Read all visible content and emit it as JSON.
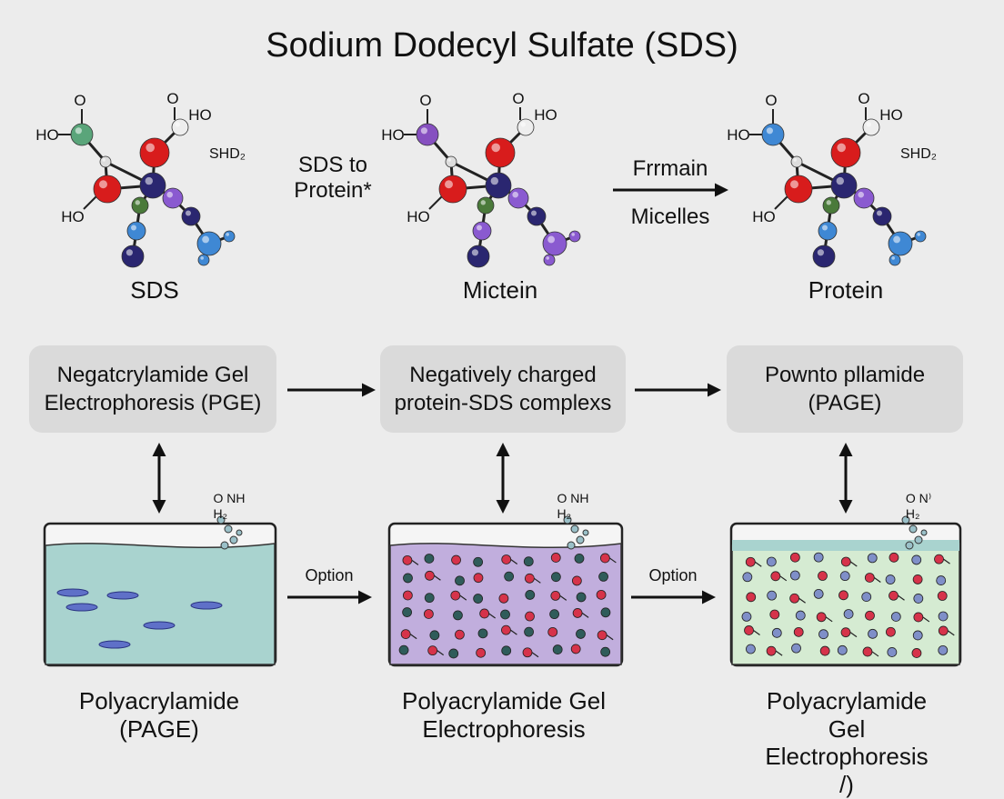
{
  "title": "Sodium Dodecyl Sulfate (SDS)",
  "molecules": [
    {
      "label": "SDS",
      "atom_labels": [
        "O",
        "HO",
        "O",
        "HO",
        "HO",
        "SHD₂"
      ],
      "colors": {
        "top": "#5aa57a",
        "center": "#2a2670",
        "ring": "#d81c1c",
        "branch": "#3f88d4",
        "branch2": "#8a5ad0"
      }
    },
    {
      "label": "Mictein",
      "atom_labels": [
        "O",
        "HO",
        "O",
        "HO",
        "HO"
      ],
      "colors": {
        "top": "#8650c0",
        "center": "#2a2670",
        "ring": "#d81c1c",
        "branch": "#8a5ad0",
        "branch2": "#8a5ad0"
      }
    },
    {
      "label": "Protein",
      "atom_labels": [
        "O",
        "HO",
        "O",
        "HO",
        "HO",
        "SHD₂"
      ],
      "colors": {
        "top": "#3f88d4",
        "center": "#2a2670",
        "ring": "#d81c1c",
        "branch": "#3f88d4",
        "branch2": "#8a5ad0"
      }
    }
  ],
  "arrow_labels": {
    "sds_to_protein": "SDS to\nProtein*",
    "micelles_top": "Frrmain",
    "micelles_bottom": "Micelles",
    "option_1": "Option",
    "option_2": "Option"
  },
  "boxes": [
    "Negatcrylamide Gel\nElectrophoresis (PGE)",
    "Negatively charged\nprotein-SDS complexs",
    "Pownto pllamide\n(PAGE)"
  ],
  "gels": [
    {
      "label": "Polyacrylamide\n(PAGE)",
      "tag": "O NH\nH₂",
      "fill": "#a9d3cf",
      "dots": [
        "#4d7a8a"
      ]
    },
    {
      "label": "Polyacrylamide Gel\nElectrophoresis",
      "tag": "O NH\nH₂",
      "fill": "#c1aedd",
      "dots": [
        "#d6334a",
        "#2f5c5a"
      ]
    },
    {
      "label": "Polyacrylamide Gel\nElectrophoresis /)",
      "tag": "O N⁾\nH₂",
      "fill": "#d5ebd2",
      "dots": [
        "#d6334a",
        "#7f8fc8"
      ]
    }
  ]
}
